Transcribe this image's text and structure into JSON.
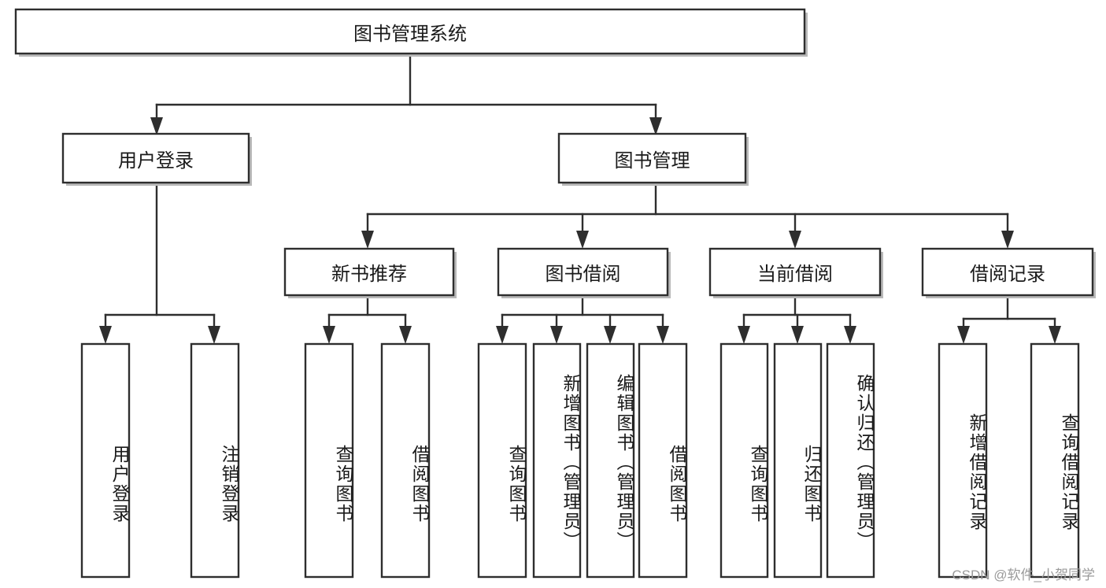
{
  "diagram": {
    "type": "tree-hierarchy-chart",
    "title_node": {
      "id": "root",
      "label": "图书管理系统"
    },
    "level2": [
      {
        "id": "login",
        "label": "用户登录"
      },
      {
        "id": "bookmgmt",
        "label": "图书管理"
      }
    ],
    "level3": [
      {
        "id": "newbook",
        "label": "新书推荐",
        "parent": "bookmgmt"
      },
      {
        "id": "borrow",
        "label": "图书借阅",
        "parent": "bookmgmt"
      },
      {
        "id": "current",
        "label": "当前借阅",
        "parent": "bookmgmt"
      },
      {
        "id": "records",
        "label": "借阅记录",
        "parent": "bookmgmt"
      }
    ],
    "leaves": {
      "login": [
        {
          "id": "leaf-user-login",
          "label": "用户登录"
        },
        {
          "id": "leaf-user-logout",
          "label": "注销登录"
        }
      ],
      "newbook": [
        {
          "id": "leaf-query-book-1",
          "label": "查询图书"
        },
        {
          "id": "leaf-borrow-book-1",
          "label": "借阅图书"
        }
      ],
      "borrow": [
        {
          "id": "leaf-query-book-2",
          "label": "查询图书"
        },
        {
          "id": "leaf-add-book",
          "label": "新增图书（管理员）"
        },
        {
          "id": "leaf-edit-book",
          "label": "编辑图书（管理员）"
        },
        {
          "id": "leaf-borrow-book-2",
          "label": "借阅图书"
        }
      ],
      "current": [
        {
          "id": "leaf-query-book-3",
          "label": "查询图书"
        },
        {
          "id": "leaf-return-book",
          "label": "归还图书"
        },
        {
          "id": "leaf-confirm-return",
          "label": "确认归还（管理员）"
        }
      ],
      "records": [
        {
          "id": "leaf-add-record",
          "label": "新增借阅记录"
        },
        {
          "id": "leaf-query-record",
          "label": "查询借阅记录"
        }
      ]
    }
  },
  "watermark": {
    "text": "CSDN @软件_小贺同学"
  },
  "colors": {
    "stroke": "#2e2e2e",
    "fill": "#ffffff",
    "text": "#1a1a1a",
    "shadow": "#b9b9b9",
    "watermark": "#9a9a9a",
    "background": "#ffffff"
  }
}
